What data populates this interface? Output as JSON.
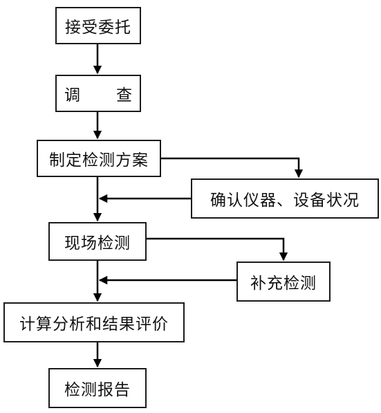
{
  "flowchart": {
    "steps": {
      "accept": "接受委托",
      "investigate_left": "调",
      "investigate_right": "查",
      "plan": "制定检测方案",
      "confirm_equipment": "确认仪器、设备状况",
      "onsite": "现场检测",
      "supplement": "补充检测",
      "evaluate": "计算分析和结果评价",
      "report": "检测报告"
    }
  }
}
